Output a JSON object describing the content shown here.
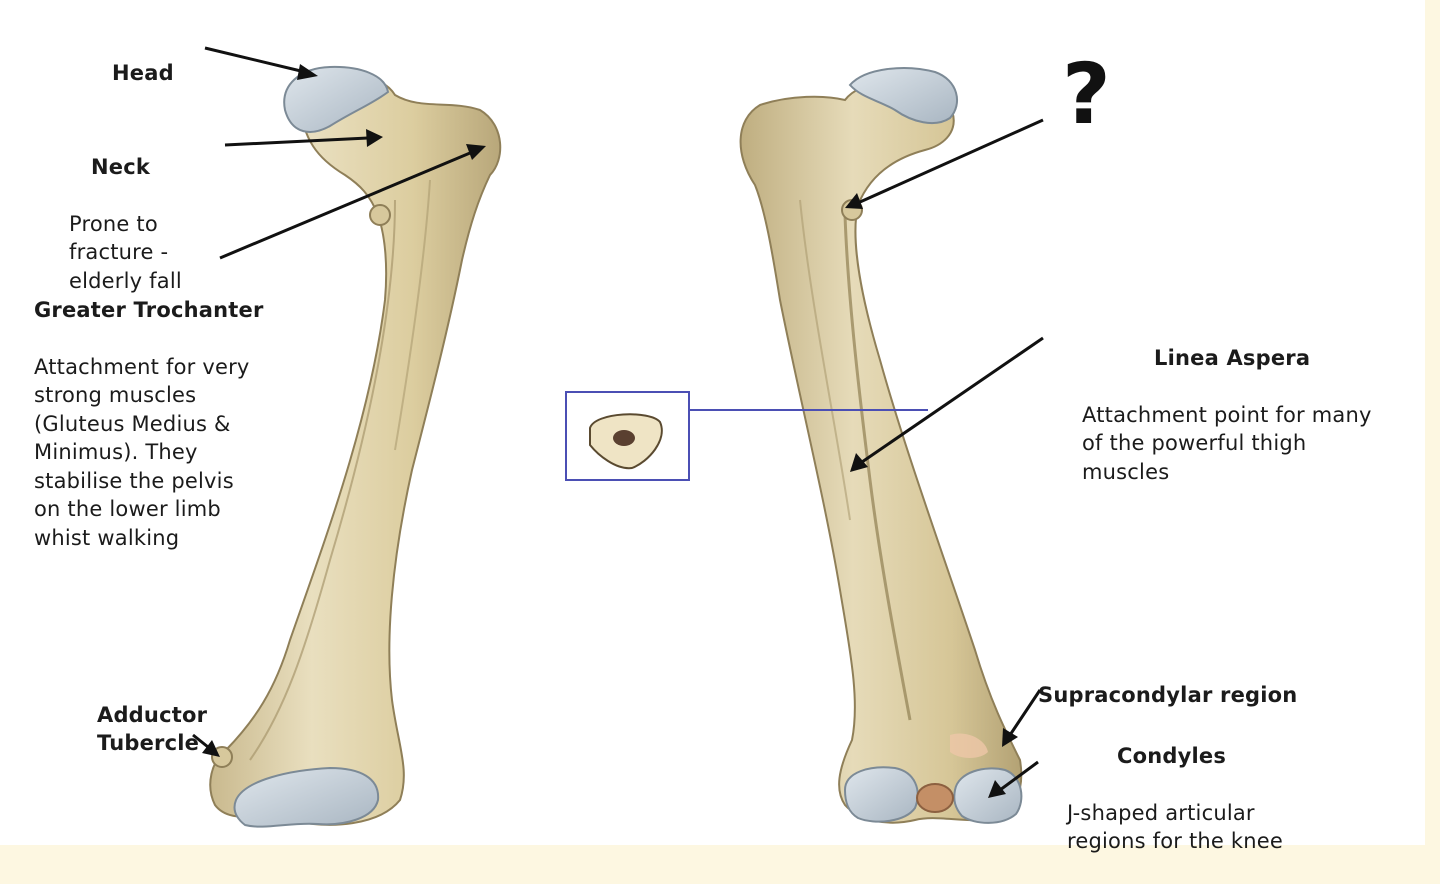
{
  "labels": {
    "head": {
      "title": "Head"
    },
    "neck": {
      "title": "Neck",
      "description": "Prone to\nfracture -\nelderly fall"
    },
    "greater_trochanter": {
      "title": "Greater Trochanter",
      "description": "Attachment for very\nstrong muscles\n(Gluteus Medius &\nMinimus). They\nstabilise the pelvis\non the lower limb\nwhist walking"
    },
    "adductor_tubercle": {
      "title": "Adductor\nTubercle"
    },
    "question": {
      "title": "?"
    },
    "linea_aspera": {
      "title": "Linea Aspera",
      "description": "Attachment point for many\nof the powerful thigh\nmuscles"
    },
    "supracondylar": {
      "title": "Supracondylar region"
    },
    "condyles": {
      "title": "Condyles",
      "description": "J-shaped articular\nregions for the knee"
    }
  },
  "colors": {
    "bone": "#e2d6b2",
    "cartilage": "#c8d2dc",
    "inset_frame": "#4b4fb4",
    "background": "#fdf7e1"
  }
}
